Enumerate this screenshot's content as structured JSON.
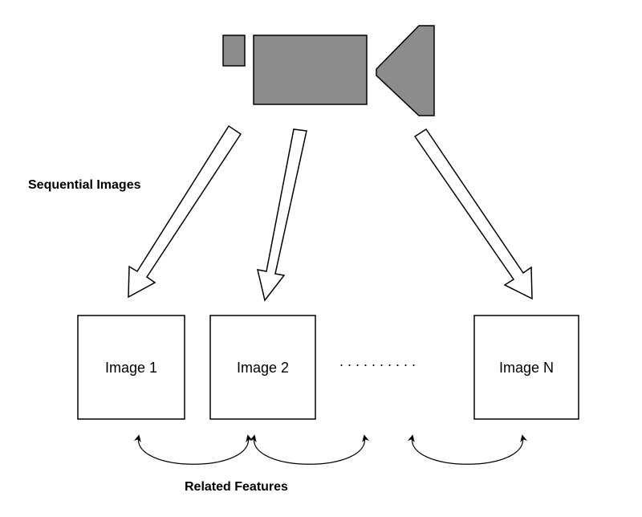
{
  "labels": {
    "sequential": "Sequential Images",
    "related": "Related Features"
  },
  "images": [
    "Image 1",
    "Image 2",
    "Image N"
  ],
  "ellipsis": ". . . . . . . . . .",
  "colors": {
    "camera_fill": "#8c8c8c",
    "stroke": "#000000",
    "background": "#ffffff"
  },
  "icons": {
    "camera": "video-camera-icon"
  }
}
